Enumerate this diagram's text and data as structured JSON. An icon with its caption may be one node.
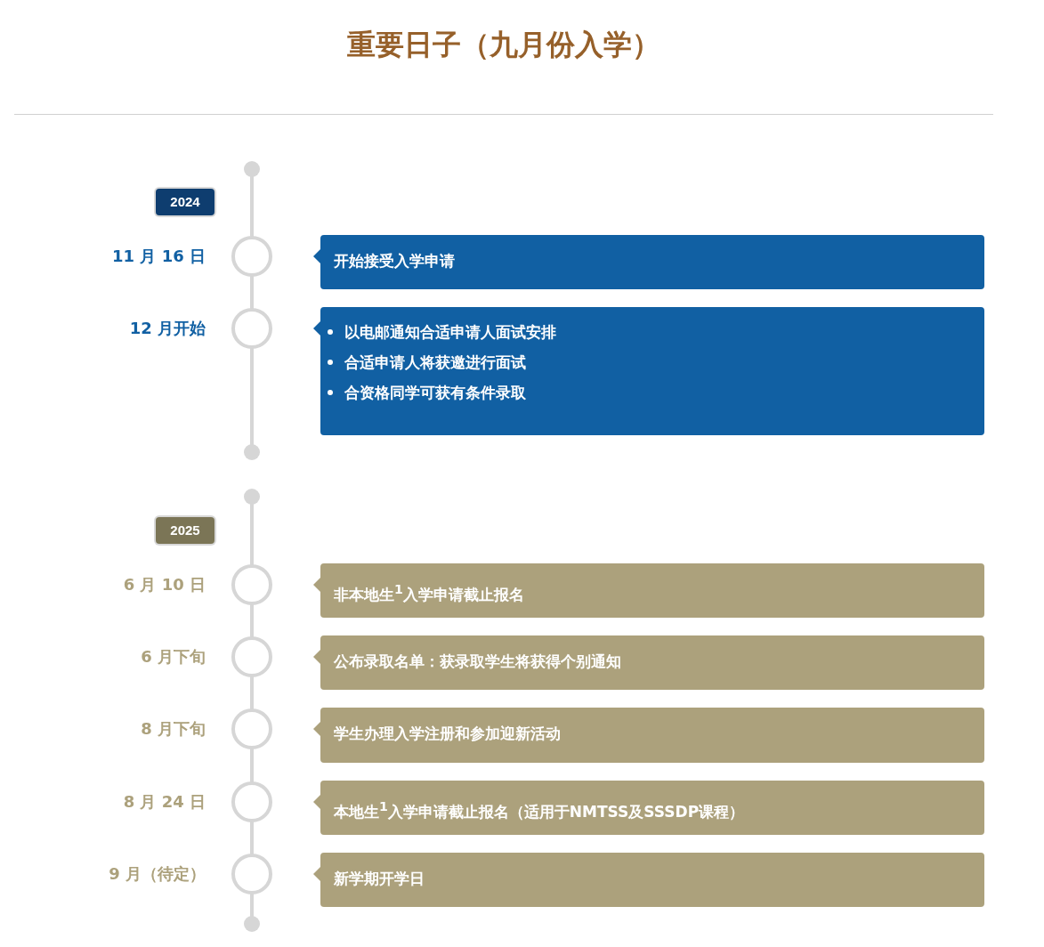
{
  "diagram": {
    "title": "重要日子（九月份入学）",
    "nodes": [
      {
        "text": [
          "2024"
        ]
      },
      {
        "text": [
          "开始接受入学申请"
        ]
      },
      {
        "text": [
          "以电邮通知合适申请人面试安排",
          "合适申请人将获邀进行面试",
          "合资格同学可获有条件录取"
        ]
      },
      {
        "text": [
          "2025"
        ]
      },
      {
        "text": [
          "非本地生$^{1}$入学申请截止报名"
        ]
      },
      {
        "text": [
          "公布录取名单：获录取学生将获得个别通知"
        ]
      },
      {
        "text": [
          "学生办理入学注册和参加迎新活动"
        ]
      },
      {
        "text": [
          "本地生$^{1}$入学申请截止报名（适用于NMTSS及SSSDP课程）"
        ]
      },
      {
        "text": [
          "新学期开学日"
        ]
      }
    ],
    "labels": [
      "11 月 16 日",
      "12 月开始",
      "6 月 10 日",
      "6 月下旬",
      "8 月下旬",
      "8 月 24 日",
      "9 月（待定）"
    ]
  }
}
